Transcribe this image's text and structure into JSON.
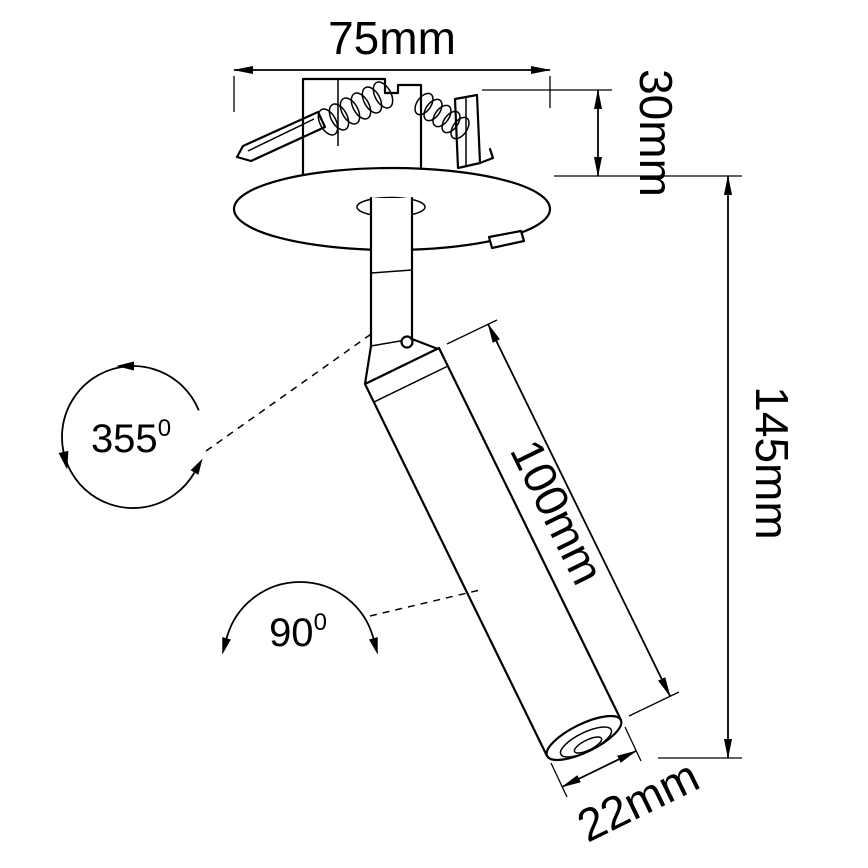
{
  "colors": {
    "line": "#000000",
    "background": "#ffffff"
  },
  "dims": {
    "width": "75mm",
    "depth": "30mm",
    "height": "145mm",
    "length": "100mm",
    "diameter": "22mm"
  },
  "angles": {
    "rotation_value": "355",
    "rotation_sup": "0",
    "tilt_value": "90",
    "tilt_sup": "0"
  }
}
